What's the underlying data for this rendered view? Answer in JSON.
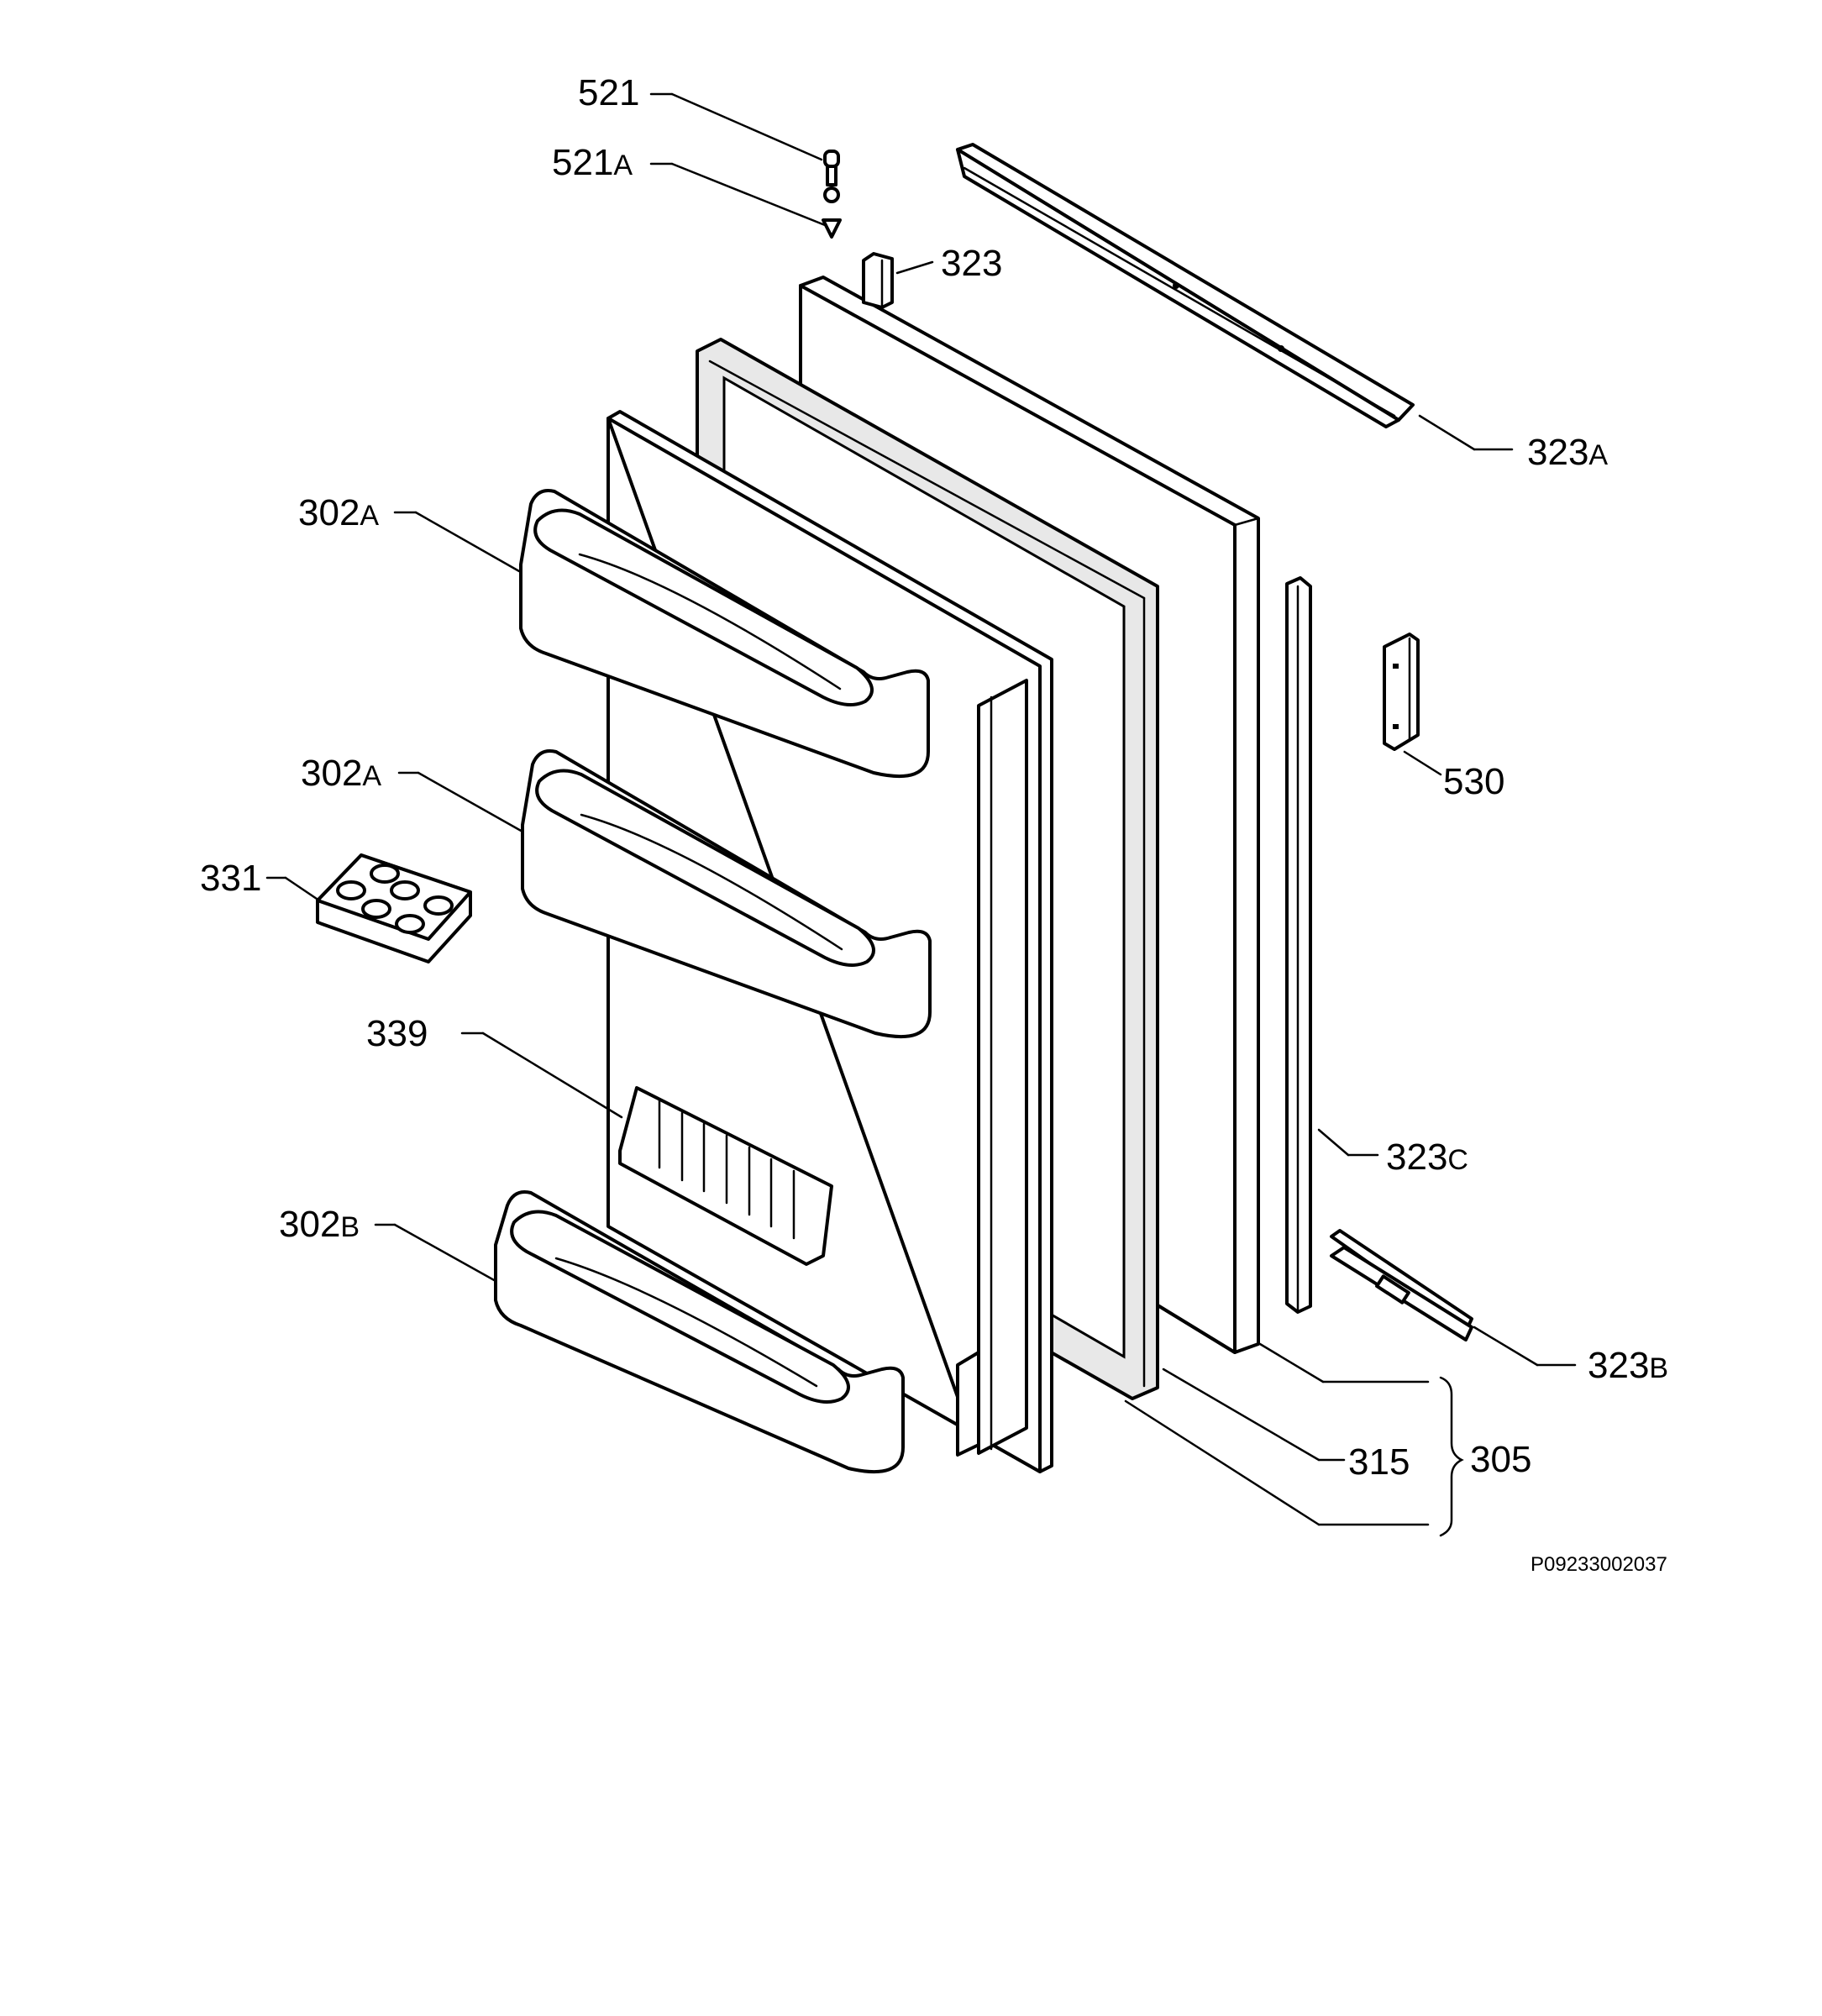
{
  "diagram": {
    "reference_code": "P09233002037",
    "labels": [
      {
        "id": "521",
        "num": "521",
        "suffix": ""
      },
      {
        "id": "521A",
        "num": "521",
        "suffix": "A"
      },
      {
        "id": "323",
        "num": "323",
        "suffix": ""
      },
      {
        "id": "323A",
        "num": "323",
        "suffix": "A"
      },
      {
        "id": "302A-top",
        "num": "302",
        "suffix": "A"
      },
      {
        "id": "302A-mid",
        "num": "302",
        "suffix": "A"
      },
      {
        "id": "331",
        "num": "331",
        "suffix": ""
      },
      {
        "id": "530",
        "num": "530",
        "suffix": ""
      },
      {
        "id": "339",
        "num": "339",
        "suffix": ""
      },
      {
        "id": "323C",
        "num": "323",
        "suffix": "C"
      },
      {
        "id": "302B",
        "num": "302",
        "suffix": "B"
      },
      {
        "id": "323B",
        "num": "323",
        "suffix": "B"
      },
      {
        "id": "315",
        "num": "315",
        "suffix": ""
      },
      {
        "id": "305",
        "num": "305",
        "suffix": ""
      }
    ]
  }
}
